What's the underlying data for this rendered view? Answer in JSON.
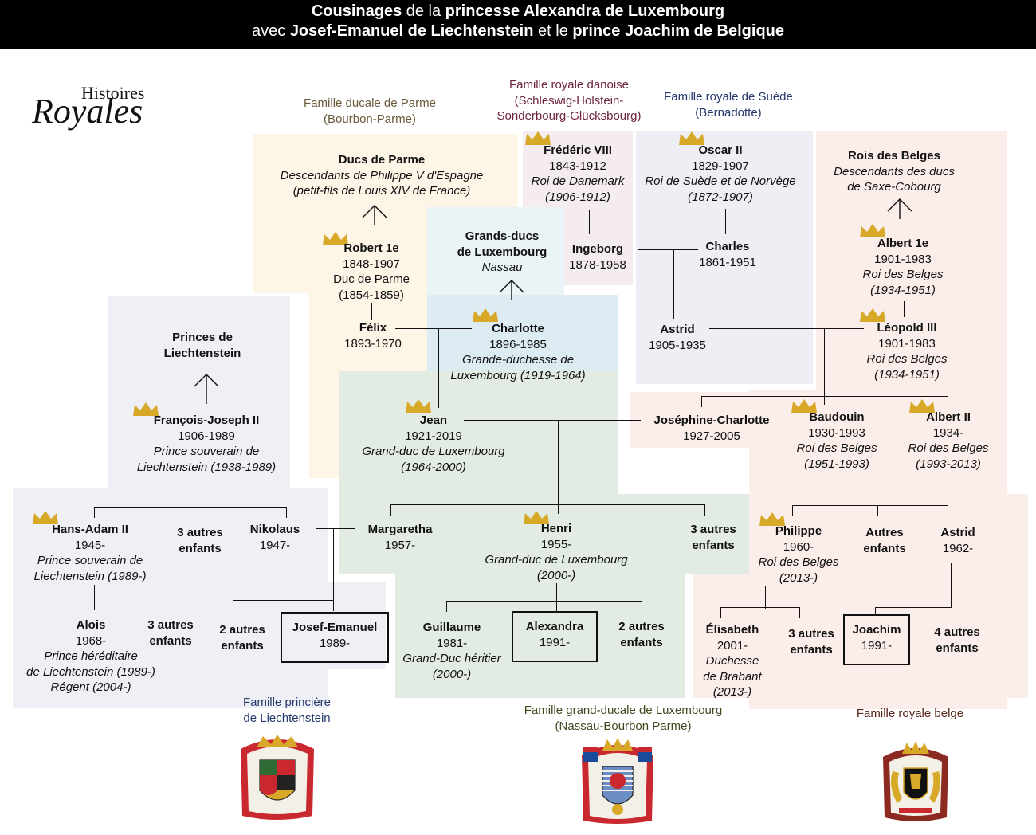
{
  "header": {
    "line1": [
      {
        "t": "Cousinages",
        "b": true
      },
      {
        "t": " de la ",
        "b": false
      },
      {
        "t": "princesse Alexandra de Luxembourg",
        "b": true
      }
    ],
    "line2": [
      {
        "t": "avec ",
        "b": false
      },
      {
        "t": "Josef-Emanuel de Liechtenstein",
        "b": true
      },
      {
        "t": " et le ",
        "b": false
      },
      {
        "t": "prince Joachim de Belgique",
        "b": true
      }
    ]
  },
  "logo": {
    "top": "Histoires",
    "main": "Royales"
  },
  "families": {
    "parme": [
      "Famille ducale de Parme",
      "(Bourbon-Parme)"
    ],
    "danoise": [
      "Famille royale danoise",
      "(Schleswig-Holstein-",
      "Sonderbourg-Glücksbourg)"
    ],
    "suede": [
      "Famille royale de Suède",
      "(Bernadotte)"
    ],
    "liechtenstein": [
      "Famille princière",
      "de Liechtenstein"
    ],
    "luxembourg": [
      "Famille grand-ducale de Luxembourg",
      "(Nassau-Bourbon Parme)"
    ],
    "belge": [
      "Famille royale belge"
    ]
  },
  "colors": {
    "parme_bg": "#fdf5e6",
    "danoise_bg": "#f5ecef",
    "suede_bg": "#efeef5",
    "belge_bg": "#fbeeea",
    "lux_blue_bg": "#dcecf2",
    "lux_green_bg": "#e2ece2",
    "liecht_bg": "#efeff6",
    "parme_text": "#6b5a3a",
    "danoise_text": "#6e2440",
    "suede_text": "#253a6b",
    "liecht_text": "#253a6b",
    "lux_text": "#3d4a1e",
    "belge_text": "#5a2418",
    "crown": "#d8a928"
  },
  "people": {
    "ducs_parme": {
      "name": "Ducs de Parme",
      "lines": [],
      "italic": [
        "Descendants de Philippe V d'Espagne",
        "(petit-fils de Louis XIV de France)"
      ]
    },
    "robert": {
      "name": "Robert 1e",
      "lines": [
        "1848-1907",
        "Duc de Parme",
        "(1854-1859)"
      ],
      "italic": []
    },
    "felix": {
      "name": "Félix",
      "lines": [
        "1893-1970"
      ],
      "italic": []
    },
    "frederic": {
      "name": "Frédéric VIII",
      "lines": [
        "1843-1912"
      ],
      "italic": [
        "Roi de Danemark",
        "(1906-1912)"
      ]
    },
    "ingeborg": {
      "name": "Ingeborg",
      "lines": [
        "1878-1958"
      ],
      "italic": []
    },
    "oscar": {
      "name": "Oscar II",
      "lines": [
        "1829-1907"
      ],
      "italic": [
        "Roi de Suède et de Norvège",
        "(1872-1907)"
      ]
    },
    "charles": {
      "name": "Charles",
      "lines": [
        "1861-1951"
      ],
      "italic": []
    },
    "astrid_s": {
      "name": "Astrid",
      "lines": [
        "1905-1935"
      ],
      "italic": []
    },
    "rois_belges": {
      "name": "Rois des Belges",
      "lines": [],
      "italic": [
        "Descendants des ducs",
        "de Saxe-Cobourg"
      ]
    },
    "albert1": {
      "name": "Albert 1e",
      "lines": [
        "1901-1983"
      ],
      "italic": [
        "Roi des Belges",
        "(1934-1951)"
      ]
    },
    "leopold": {
      "name": "Léopold III",
      "lines": [
        "1901-1983"
      ],
      "italic": [
        "Roi des Belges",
        "(1934-1951)"
      ]
    },
    "grands_ducs": {
      "name": "Grands-ducs",
      "name2": "de Luxembourg",
      "lines": [],
      "italic": [
        "Nassau"
      ]
    },
    "charlotte": {
      "name": "Charlotte",
      "lines": [
        "1896-1985"
      ],
      "italic": [
        "Grande-duchesse de",
        "Luxembourg (1919-1964)"
      ]
    },
    "princes_l": {
      "name": "Princes de",
      "name2": "Liechtenstein",
      "lines": [],
      "italic": []
    },
    "fj2": {
      "name": "François-Joseph II",
      "lines": [
        "1906-1989"
      ],
      "italic": [
        "Prince souverain de",
        "Liechtenstein (1938-1989)"
      ]
    },
    "jean": {
      "name": "Jean",
      "lines": [
        "1921-2019"
      ],
      "italic": [
        "Grand-duc de Luxembourg",
        "(1964-2000)"
      ]
    },
    "josephine": {
      "name": "Joséphine-Charlotte",
      "lines": [
        "1927-2005"
      ],
      "italic": []
    },
    "baudouin": {
      "name": "Baudouin",
      "lines": [
        "1930-1993"
      ],
      "italic": [
        "Roi des Belges",
        "(1951-1993)"
      ]
    },
    "albert2": {
      "name": "Albert II",
      "lines": [
        "1934-"
      ],
      "italic": [
        "Roi des Belges",
        "(1993-2013)"
      ]
    },
    "hans_adam": {
      "name": "Hans-Adam II",
      "lines": [
        "1945-"
      ],
      "italic": [
        "Prince souverain de",
        "Liechtenstein (1989-)"
      ]
    },
    "autres_l1": {
      "name": "3 autres",
      "name2": "enfants",
      "lines": [],
      "italic": []
    },
    "nikolaus": {
      "name": "Nikolaus",
      "lines": [
        "1947-"
      ],
      "italic": []
    },
    "margaretha": {
      "name": "Margaretha",
      "lines": [
        "1957-"
      ],
      "italic": []
    },
    "henri": {
      "name": "Henri",
      "lines": [
        "1955-"
      ],
      "italic": [
        "Grand-duc de Luxembourg",
        "(2000-)"
      ]
    },
    "autres_lux1": {
      "name": "3 autres",
      "name2": "enfants",
      "lines": [],
      "italic": []
    },
    "philippe": {
      "name": "Philippe",
      "lines": [
        "1960-"
      ],
      "italic": [
        "Roi des Belges",
        "(2013-)"
      ]
    },
    "autres_b1": {
      "name": "Autres",
      "name2": "enfants",
      "lines": [],
      "italic": []
    },
    "astrid_b": {
      "name": "Astrid",
      "lines": [
        "1962-"
      ],
      "italic": []
    },
    "alois": {
      "name": "Alois",
      "lines": [
        "1968-"
      ],
      "italic": [
        "Prince héréditaire",
        "de Liechtenstein (1989-)",
        "Régent (2004-)"
      ]
    },
    "autres_l2": {
      "name": "3 autres",
      "name2": "enfants",
      "lines": [],
      "italic": []
    },
    "autres_l3": {
      "name": "2 autres",
      "name2": "enfants",
      "lines": [],
      "italic": []
    },
    "josef": {
      "name": "Josef-Emanuel",
      "lines": [
        "1989-"
      ],
      "italic": []
    },
    "guillaume": {
      "name": "Guillaume",
      "lines": [
        "1981-"
      ],
      "italic": [
        "Grand-Duc héritier",
        "(2000-)"
      ]
    },
    "alexandra": {
      "name": "Alexandra",
      "lines": [
        "1991-"
      ],
      "italic": []
    },
    "autres_lux2": {
      "name": "2 autres",
      "name2": "enfants",
      "lines": [],
      "italic": []
    },
    "elisabeth": {
      "name": "Élisabeth",
      "lines": [
        "2001-"
      ],
      "italic": [
        "Duchesse",
        "de Brabant",
        "(2013-)"
      ]
    },
    "autres_b2": {
      "name": "3 autres",
      "name2": "enfants",
      "lines": [],
      "italic": []
    },
    "joachim": {
      "name": "Joachim",
      "lines": [
        "1991-"
      ],
      "italic": []
    },
    "autres_b3": {
      "name": "4 autres",
      "name2": "enfants",
      "lines": [],
      "italic": []
    }
  }
}
